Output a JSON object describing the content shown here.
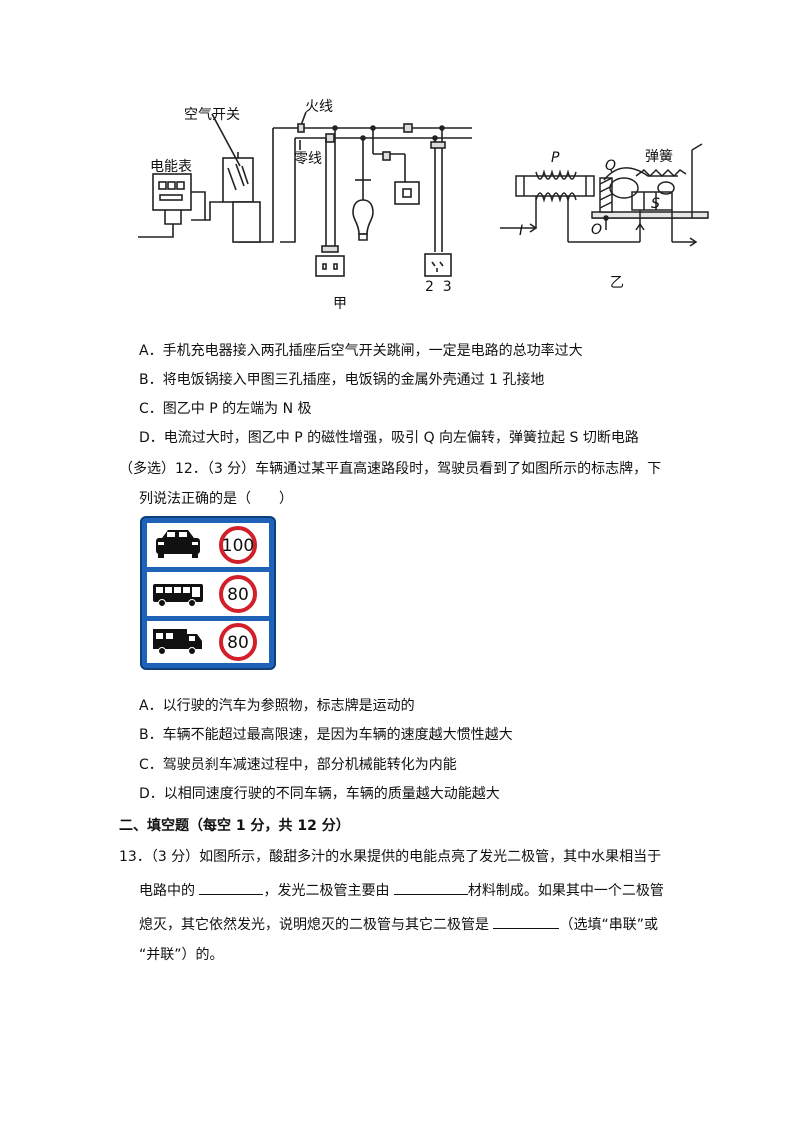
{
  "figure_jia": {
    "labels": {
      "air_switch": "空气开关",
      "fire_wire": "火线",
      "neutral_wire": "零线",
      "meter": "电能表",
      "socket_numbers": "2  3",
      "caption": "甲"
    }
  },
  "figure_yi": {
    "labels": {
      "P": "P",
      "Q": "Q",
      "spring": "弹簧",
      "S": "S",
      "I": "I",
      "O": "O",
      "caption": "乙"
    }
  },
  "q11": {
    "options": [
      "A．手机充电器接入两孔插座后空气开关跳闸，一定是电路的总功率过大",
      "B．将电饭锅接入甲图三孔插座，电饭锅的金属外壳通过 1 孔接地",
      "C．图乙中 P 的左端为 N 极",
      "D．电流过大时，图乙中 P 的磁性增强，吸引 Q 向左偏转，弹簧拉起 S 切断电路"
    ]
  },
  "q12": {
    "line1": "（多选）12．（3 分）车辆通过某平直高速路段时，驾驶员看到了如图所示的标志牌，下",
    "line2": "列说法正确的是（　　）",
    "sign": {
      "speeds": [
        "100",
        "80",
        "80"
      ],
      "vehicles": [
        "car-icon",
        "bus-icon",
        "truck-icon"
      ],
      "bg_color": "#1e63b7"
    },
    "options": [
      "A．以行驶的汽车为参照物，标志牌是运动的",
      "B．车辆不能超过最高限速，是因为车辆的速度越大惯性越大",
      "C．驾驶员刹车减速过程中，部分机械能转化为内能",
      "D．以相同速度行驶的不同车辆，车辆的质量越大动能越大"
    ]
  },
  "section2": {
    "title": "二、填空题（每空 1 分，共 12 分）"
  },
  "q13": {
    "line1": "13．（3 分）如图所示，酸甜多汁的水果提供的电能点亮了发光二极管，其中水果相当于",
    "line2_a": "电路中的 ",
    "line2_b": "，发光二极管主要由 ",
    "line2_c": "材料制成。如果其中一个二极管",
    "line3_a": "熄灭，其它依然发光，说明熄灭的二极管与其它二极管是 ",
    "line3_b": "（选填“串联”或",
    "line4": "“并联”）的。"
  }
}
